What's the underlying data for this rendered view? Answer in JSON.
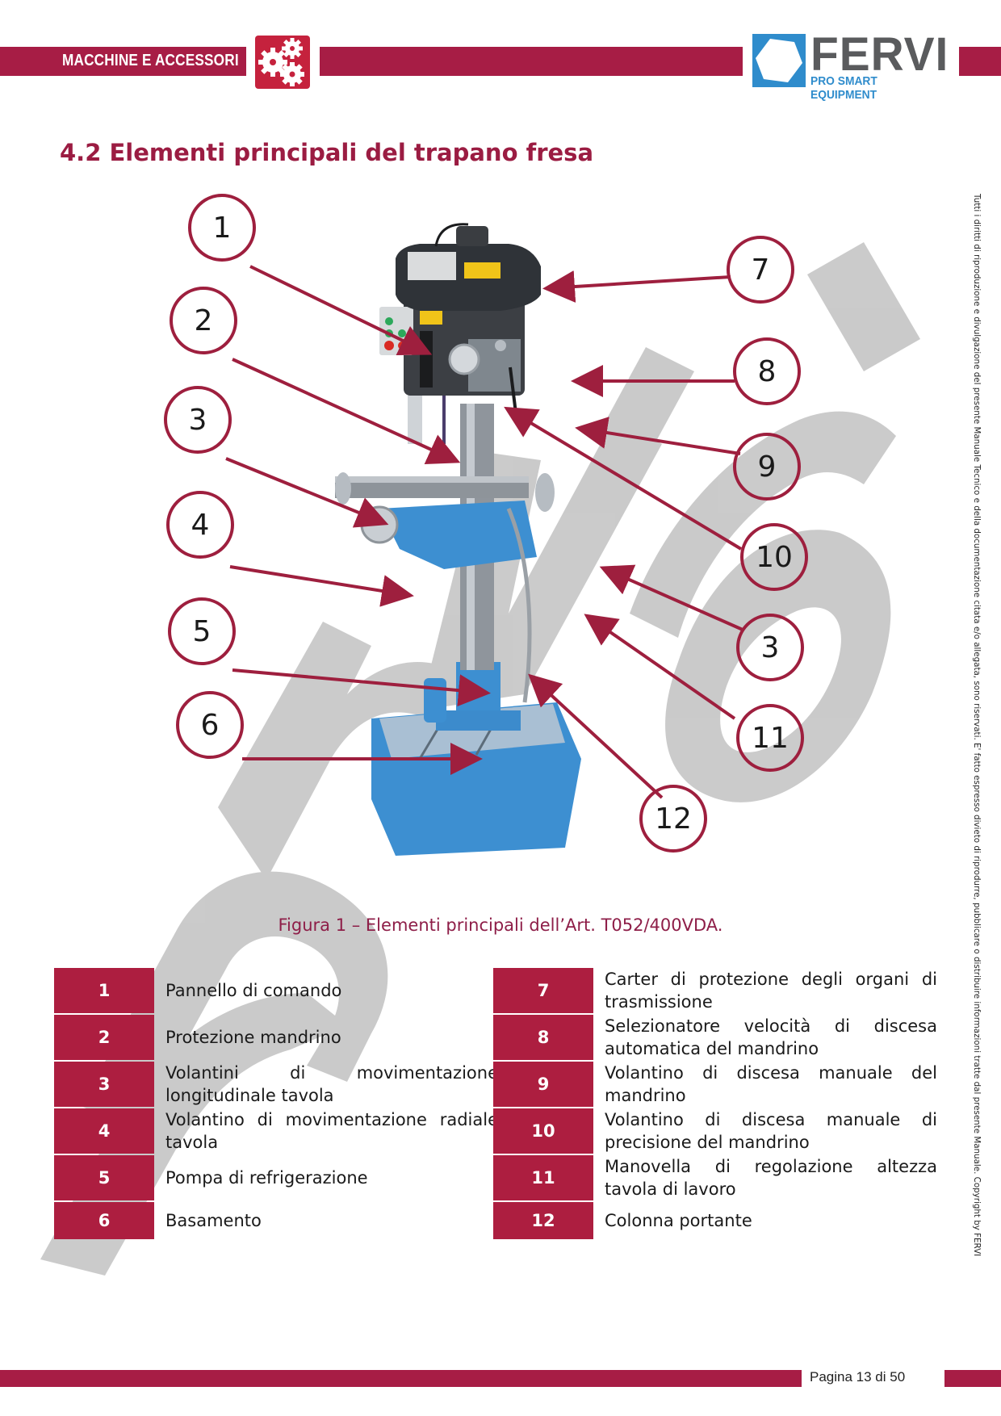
{
  "header": {
    "section_label": "MACCHINE E ACCESSORI",
    "logo": {
      "name": "FERVI",
      "tagline": "PRO SMART EQUIPMENT"
    },
    "colors": {
      "brand_red": "#a71d45",
      "logo_blue": "#2f8ccc",
      "logo_gray": "#5a5b5d"
    }
  },
  "section": {
    "title": "4.2 Elementi principali del trapano fresa"
  },
  "figure": {
    "image_desc": "drill-milling-machine-photo",
    "callouts": [
      {
        "n": "1"
      },
      {
        "n": "2"
      },
      {
        "n": "3"
      },
      {
        "n": "4"
      },
      {
        "n": "5"
      },
      {
        "n": "6"
      },
      {
        "n": "7"
      },
      {
        "n": "8"
      },
      {
        "n": "9"
      },
      {
        "n": "10"
      },
      {
        "n": "3"
      },
      {
        "n": "11"
      },
      {
        "n": "12"
      }
    ],
    "caption": "Figura 1 – Elementi principali dell’Art. T052/400VDA."
  },
  "legend": {
    "left": [
      {
        "num": "1",
        "text": "Pannello di comando"
      },
      {
        "num": "2",
        "text": "Protezione mandrino"
      },
      {
        "num": "3",
        "text": "Volantini di movimentazione longitudinale tavola"
      },
      {
        "num": "4",
        "text": "Volantino di movimentazione radiale tavola"
      },
      {
        "num": "5",
        "text": "Pompa di refrigerazione"
      },
      {
        "num": "6",
        "text": "Basamento"
      }
    ],
    "right": [
      {
        "num": "7",
        "text": "Carter di protezione degli organi di trasmissione"
      },
      {
        "num": "8",
        "text": "Selezionatore velocità di discesa automatica del mandrino"
      },
      {
        "num": "9",
        "text": "Volantino di discesa manuale del mandrino"
      },
      {
        "num": "10",
        "text": "Volantino di discesa manuale di precisione del mandrino"
      },
      {
        "num": "11",
        "text": "Manovella di regolazione altezza tavola di lavoro"
      },
      {
        "num": "12",
        "text": "Colonna portante"
      }
    ]
  },
  "side_notice": "Tutti i diritti di riproduzione e divulgazione del presente Manuale Tecnico e della documentazione citata e/o allegata, sono riservati. E' fatto espresso divieto di riprodurre, pubblicare o distribuire informazioni tratte dal presente Manuale. Copyright by FERVI",
  "watermark": "fervi.com",
  "footer": {
    "page": "Pagina 13 di 50"
  }
}
